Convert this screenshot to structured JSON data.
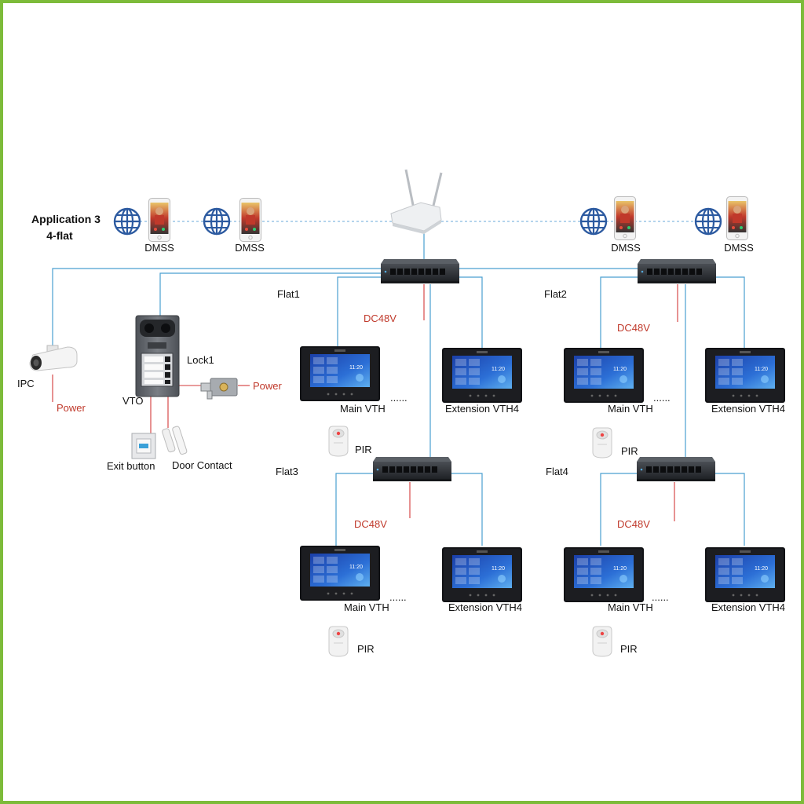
{
  "title_line1": "Application 3",
  "title_line2": "4-flat",
  "dmss": [
    "DMSS",
    "DMSS",
    "DMSS",
    "DMSS"
  ],
  "ipc_label": "IPC",
  "ipc_power": "Power",
  "vto_label": "VTO",
  "lock_label": "Lock1",
  "lock_power": "Power",
  "exit_button": "Exit button",
  "door_contact": "Door Contact",
  "flats": [
    {
      "name": "Flat1",
      "dc": "DC48V",
      "main": "Main VTH",
      "ext": "Extension VTH4",
      "pir": "PIR",
      "dots": "......"
    },
    {
      "name": "Flat2",
      "dc": "DC48V",
      "main": "Main VTH",
      "ext": "Extension VTH4",
      "pir": "PIR",
      "dots": "......"
    },
    {
      "name": "Flat3",
      "dc": "DC48V",
      "main": "Main VTH",
      "ext": "Extension VTH4",
      "pir": "PIR",
      "dots": "......"
    },
    {
      "name": "Flat4",
      "dc": "DC48V",
      "main": "Main VTH",
      "ext": "Extension VTH4",
      "pir": "PIR",
      "dots": "......"
    }
  ],
  "vth_screen_time": "11:20",
  "colors": {
    "border": "#7dbb3a",
    "line": "#4a9fd0",
    "power": "#d33a3a",
    "dash": "#6aa9d8"
  }
}
